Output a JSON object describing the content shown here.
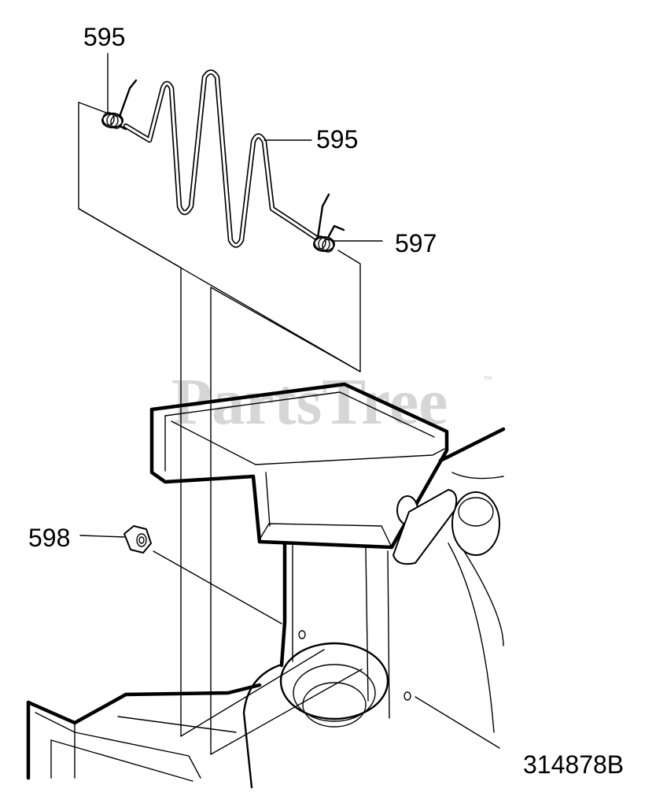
{
  "callouts": {
    "spring_left": "595",
    "wire": "595",
    "spring_right": "597",
    "nut": "598",
    "diagram_id": "314878B"
  },
  "watermark": {
    "text": "PartsTree",
    "trademark": "™"
  }
}
